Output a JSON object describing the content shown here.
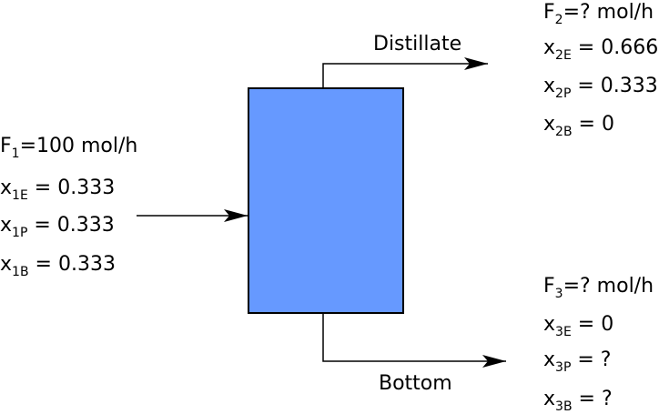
{
  "unit": {
    "box_color": "#6699ff",
    "box_stroke": "#000000"
  },
  "streams": {
    "feed": {
      "flow": {
        "sym": "F",
        "sub": "1",
        "rest": "=100 mol/h"
      },
      "fractions": [
        {
          "sym": "x",
          "sub": "1E",
          "rest": " = 0.333"
        },
        {
          "sym": "x",
          "sub": "1P",
          "rest": " = 0.333"
        },
        {
          "sym": "x",
          "sub": "1B",
          "rest": " = 0.333"
        }
      ]
    },
    "distillate": {
      "label": "Distillate",
      "flow": {
        "sym": "F",
        "sub": "2",
        "rest": "=? mol/h"
      },
      "fractions": [
        {
          "sym": "x",
          "sub": "2E",
          "rest": " = 0.666"
        },
        {
          "sym": "x",
          "sub": "2P",
          "rest": " = 0.333"
        },
        {
          "sym": "x",
          "sub": "2B",
          "rest": " = 0"
        }
      ]
    },
    "bottom": {
      "label": "Bottom",
      "flow": {
        "sym": "F",
        "sub": "3",
        "rest": "=? mol/h"
      },
      "fractions": [
        {
          "sym": "x",
          "sub": "3E",
          "rest": " = 0"
        },
        {
          "sym": "x",
          "sub": "3P",
          "rest": " = ?"
        },
        {
          "sym": "x",
          "sub": "3B",
          "rest": " = ?"
        }
      ]
    }
  }
}
